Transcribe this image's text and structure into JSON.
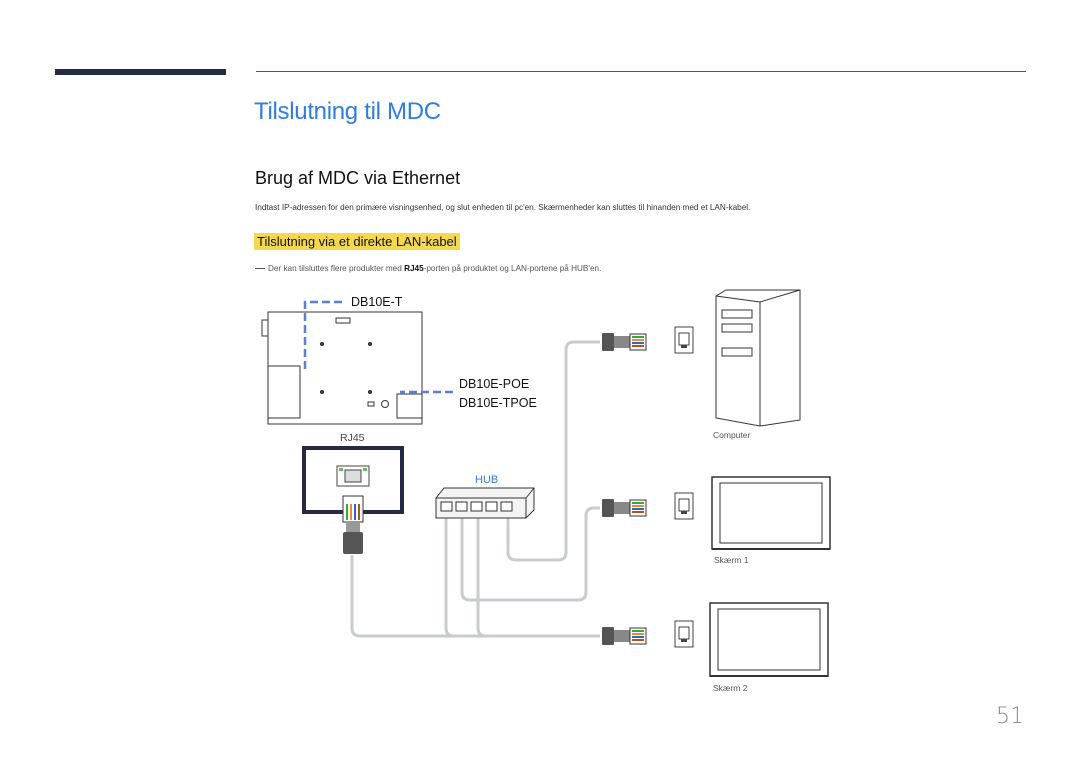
{
  "page": {
    "title": "Tilslutning til MDC",
    "section_heading": "Brug af MDC via Ethernet",
    "intro_text": "Indtast IP-adressen for den primære visningsenhed, og slut enheden til pc'en. Skærmenheder kan sluttes til hinanden med et LAN-kabel.",
    "subsection_heading": "Tilslutning via et direkte LAN-kabel",
    "note": {
      "before": "Der kan tilsluttes flere produkter med ",
      "bold": "RJ45",
      "after": "-porten på produktet og LAN-portene på HUB'en."
    },
    "page_number": "51"
  },
  "diagram": {
    "model_top": "DB10E-T",
    "model_poe": "DB10E-POE",
    "model_tpoe": "DB10E-TPOE",
    "rj45_label": "RJ45",
    "hub_label": "HUB",
    "computer_label": "Computer",
    "screen1_label": "Skærm 1",
    "screen2_label": "Skærm 2"
  },
  "colors": {
    "title_blue": "#2f7de1",
    "highlight_yellow": "#f5d84b",
    "top_bar_navy": "#222a44",
    "dashed_blue": "#5a7fd6",
    "cable_gray": "#c8ccd0"
  }
}
